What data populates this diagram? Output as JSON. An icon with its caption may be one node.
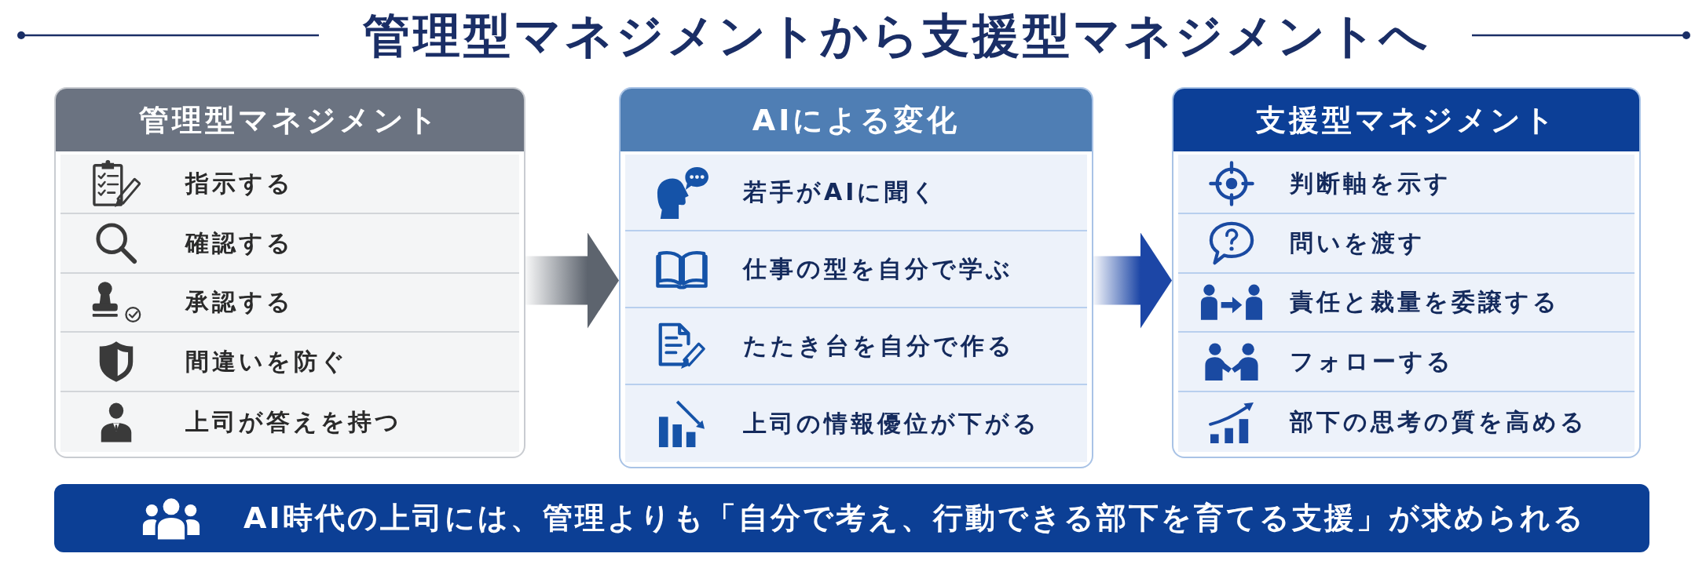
{
  "diagram": {
    "title": "管理型マネジメントから支援型マネジメントへ",
    "nodes": [
      {
        "text": [
          "管理型マネジメント"
        ]
      },
      {
        "text": [
          "指示する"
        ],
        "in": 0
      },
      {
        "text": [
          "確認する"
        ],
        "in": 0
      },
      {
        "text": [
          "承認する"
        ],
        "in": 0
      },
      {
        "text": [
          "間違いを防ぐ"
        ],
        "in": 0
      },
      {
        "text": [
          "上司が答えを持つ"
        ],
        "in": 0
      },
      {
        "text": [
          "AIによる変化"
        ]
      },
      {
        "text": [
          "若手がAIに聞く"
        ],
        "in": 6
      },
      {
        "text": [
          "仕事の型を自分で学ぶ"
        ],
        "in": 6
      },
      {
        "text": [
          "たたき台を自分で作る"
        ],
        "in": 6
      },
      {
        "text": [
          "上司の情報優位が下がる"
        ],
        "in": 6
      },
      {
        "text": [
          "支援型マネジメント"
        ]
      },
      {
        "text": [
          "判断軸を示す"
        ],
        "in": 11
      },
      {
        "text": [
          "問いを渡す"
        ],
        "in": 11
      },
      {
        "text": [
          "責任と裁量を委譲する"
        ],
        "in": 11
      },
      {
        "text": [
          "フォローする"
        ],
        "in": 11
      },
      {
        "text": [
          "部下の思考の質を高める"
        ],
        "in": 11
      },
      {
        "text": [
          "AI時代の上司には、管理よりも「自分で考え、行動できる部下を育てる支援」が求められる"
        ]
      }
    ],
    "edges": [
      {
        "from": 0,
        "to": 6,
        "arrow": "to",
        "style": "thick",
        "color": "#5d646e"
      },
      {
        "from": 6,
        "to": 11,
        "arrow": "to",
        "style": "thick",
        "color": "#1c46a6"
      }
    ]
  }
}
